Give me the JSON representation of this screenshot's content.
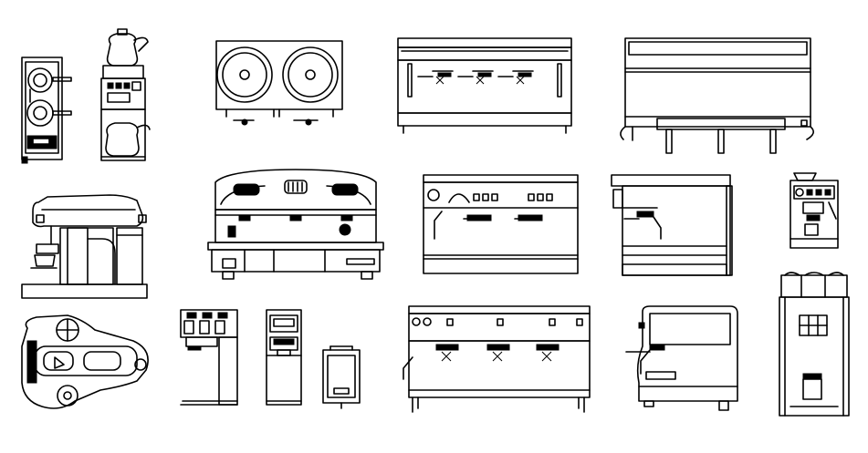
{
  "canvas": {
    "background": "#ffffff",
    "ink": "#000000"
  },
  "drawing": {
    "kind": "line-art sheet of coffee machine elevations and plans",
    "items": [
      {
        "id": "bunn-brewer-side",
        "icon": "coffee-brewer-icon"
      },
      {
        "id": "pour-over-brewer-with-decanters",
        "icon": "decanter-brewer-icon"
      },
      {
        "id": "double-warmer-plate",
        "icon": "warmer-plate-icon"
      },
      {
        "id": "espresso-3-group-front",
        "icon": "espresso-machine-icon"
      },
      {
        "id": "espresso-long-counter-front",
        "icon": "espresso-machine-icon"
      },
      {
        "id": "single-group-retro-machine",
        "icon": "espresso-machine-icon"
      },
      {
        "id": "espresso-3-group-retro-front",
        "icon": "espresso-machine-icon"
      },
      {
        "id": "espresso-2-group-dial-front",
        "icon": "espresso-machine-icon"
      },
      {
        "id": "espresso-1-group-side",
        "icon": "espresso-machine-icon"
      },
      {
        "id": "domestic-espresso-with-grinder",
        "icon": "grinder-machine-icon"
      },
      {
        "id": "espresso-machine-plan-view",
        "icon": "plan-view-icon"
      },
      {
        "id": "batch-brewer-3-hoppers",
        "icon": "batch-brewer-icon"
      },
      {
        "id": "tall-brewer-display",
        "icon": "tall-brewer-icon"
      },
      {
        "id": "hot-water-dispenser",
        "icon": "water-dispenser-icon"
      },
      {
        "id": "espresso-3-group-with-legs",
        "icon": "espresso-machine-icon"
      },
      {
        "id": "compact-1-group-machine",
        "icon": "espresso-machine-icon"
      },
      {
        "id": "super-automatic-bean-machine",
        "icon": "super-automatic-icon"
      }
    ]
  }
}
